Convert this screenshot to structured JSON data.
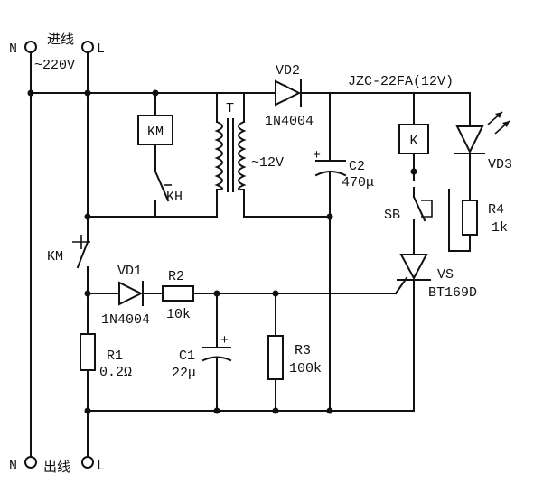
{
  "terminals": {
    "n_top": "N",
    "l_top": "L",
    "n_bottom": "N",
    "l_bottom": "L",
    "in_label": "进线",
    "voltage": "~220V",
    "out_label": "出线"
  },
  "transformer": {
    "label": "T",
    "secondary": "~12V"
  },
  "relay_main": {
    "coil": "KM",
    "contact_kh": "KH",
    "contact_km": "KM"
  },
  "vd2": {
    "name": "VD2",
    "part": "1N4004"
  },
  "relay_k": {
    "model": "JZC-22FA(12V)",
    "coil": "K"
  },
  "c2": {
    "name": "C2",
    "value": "470μ"
  },
  "vd3": {
    "name": "VD3"
  },
  "sb": {
    "name": "SB"
  },
  "r4": {
    "name": "R4",
    "value": "1k"
  },
  "vs": {
    "name": "VS",
    "part": "BT169D"
  },
  "vd1": {
    "name": "VD1",
    "part": "1N4004"
  },
  "r2": {
    "name": "R2",
    "value": "10k"
  },
  "r1": {
    "name": "R1",
    "value": "0.2Ω"
  },
  "c1": {
    "name": "C1",
    "value": "22μ"
  },
  "r3": {
    "name": "R3",
    "value": "100k"
  },
  "polarity": {
    "plus": "+"
  }
}
